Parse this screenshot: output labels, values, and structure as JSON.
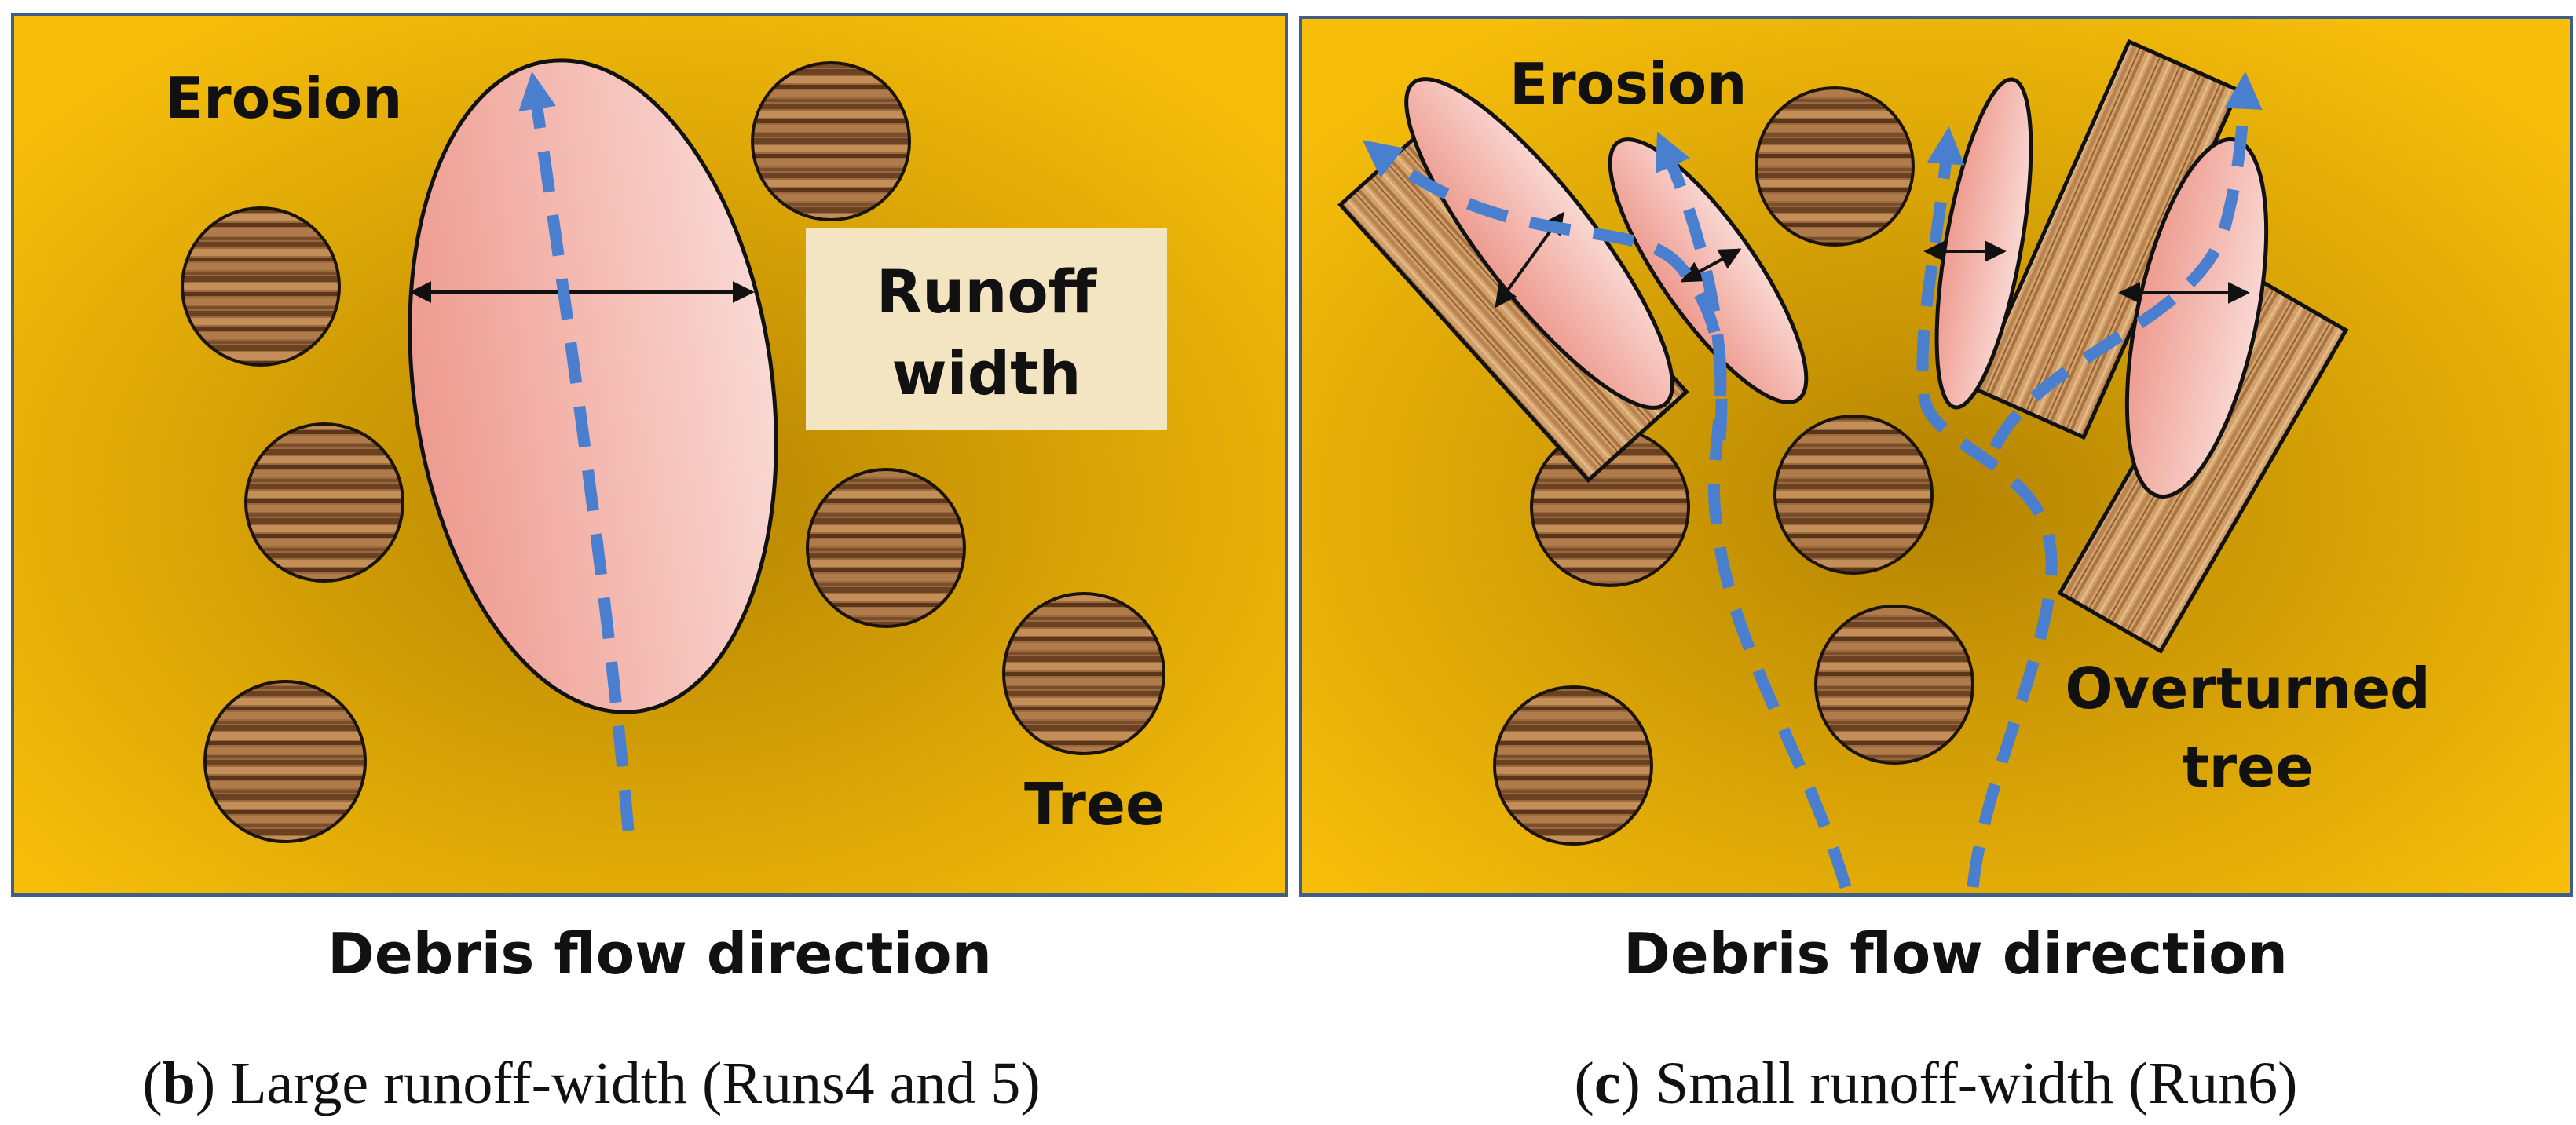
{
  "colors": {
    "ground_light": "#f7be0a",
    "ground_dark": "#b58402",
    "border": "#3f5f88",
    "erosion_fill": "#f9d8d3",
    "erosion_fill_dark": "#ee9b8f",
    "flow_arrow": "#4a7fcf",
    "wood_light": "#c48e58",
    "wood_dark": "#6a4222",
    "label_box": "#f3e4c2"
  },
  "panel_b": {
    "label_erosion": "Erosion",
    "label_runoff_line1": "Runoff",
    "label_runoff_line2": "width",
    "label_tree": "Tree",
    "direction_label": "Debris flow direction",
    "caption_letter": "b",
    "caption_text": ") Large runoff-width (Runs4 and 5)"
  },
  "panel_c": {
    "label_erosion": "Erosion",
    "label_overturned_line1": "Overturned",
    "label_overturned_line2": "tree",
    "direction_label": "Debris flow direction",
    "caption_letter": "c",
    "caption_text": ") Small runoff-width (Run6)"
  },
  "icons": {
    "tree": "tree-cross-section-icon",
    "overturned_tree": "overturned-log-icon",
    "erosion": "erosion-zone-ellipse",
    "flow": "flow-path-dashed-arrow",
    "width": "width-measure-arrow"
  }
}
